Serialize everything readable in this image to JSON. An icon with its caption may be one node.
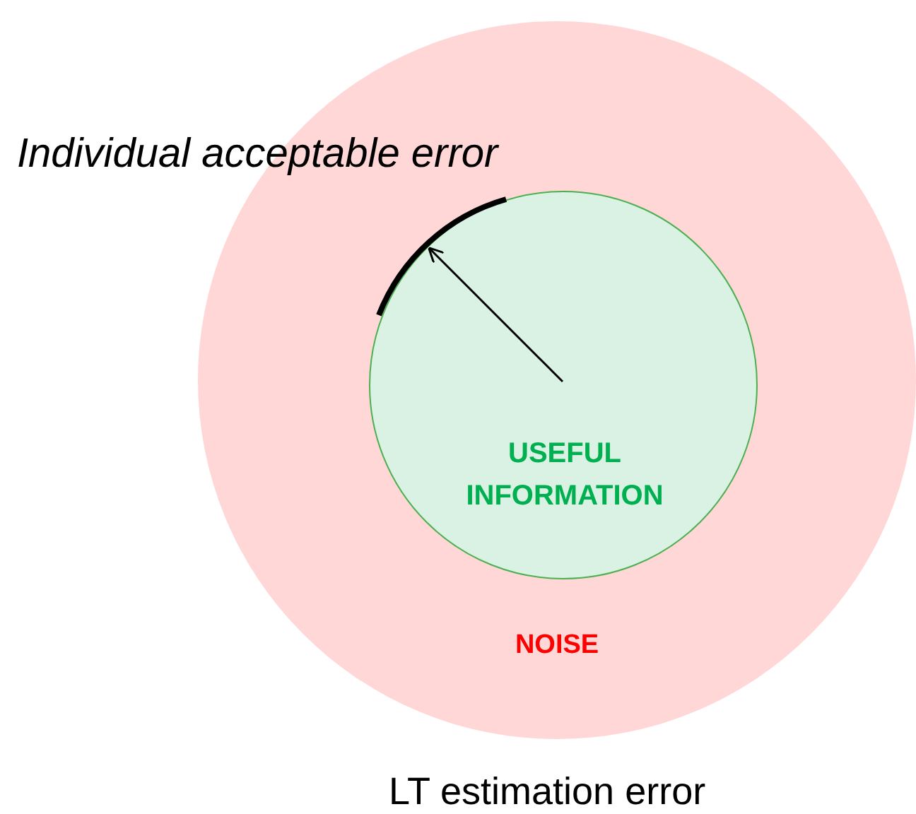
{
  "diagram": {
    "nodes": [
      {
        "text": [
          "NOISE"
        ],
        "beside": [
          "LT estimation error"
        ]
      },
      {
        "text": [
          "USEFUL INFORMATION"
        ],
        "in": 0
      }
    ],
    "labels": [
      "Individual acceptable error"
    ]
  }
}
